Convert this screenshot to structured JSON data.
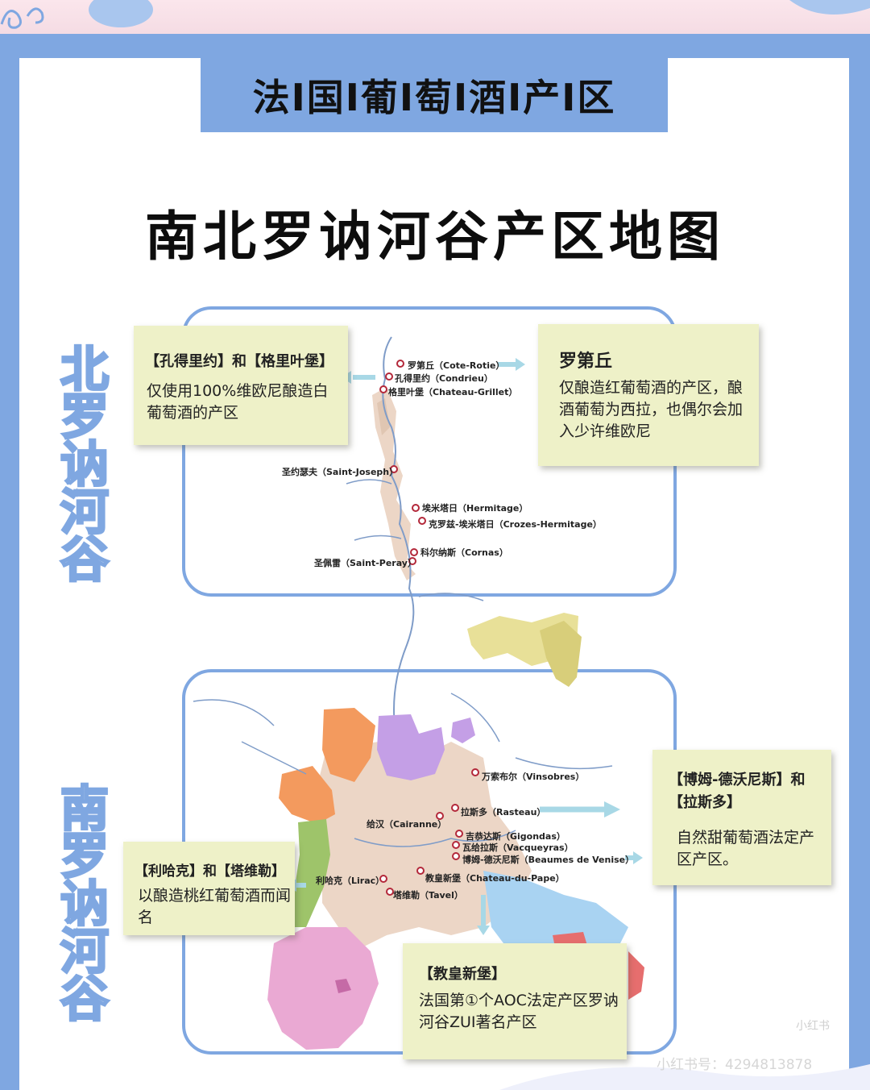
{
  "banner": {
    "title": "法I国I葡I萄I酒I产I区"
  },
  "main_title": "南北罗讷河谷产区地图",
  "side_labels": {
    "north": "北罗讷河谷",
    "south": "南罗讷河谷"
  },
  "north_map_labels": {
    "cote_rotie": "罗第丘（Cote-Rotie）",
    "condrieu": "孔得里约（Condrieu）",
    "chateau_grillet": "格里叶堡（Chateau-Grillet）",
    "saint_joseph": "圣约瑟夫（Saint-Joseph）",
    "hermitage": "埃米塔日（Hermitage）",
    "crozes_hermitage": "克罗兹-埃米塔日（Crozes-Hermitage）",
    "cornas": "科尔纳斯（Cornas）",
    "saint_peray": "圣佩雷（Saint-Peray）"
  },
  "south_map_labels": {
    "vinsobres": "万索布尔（Vinsobres）",
    "rasteau": "拉斯多（Rasteau）",
    "cairanne": "给汉（Cairanne）",
    "gigondas": "吉恭达斯（Gigondas）",
    "vacqueyras": "瓦给拉斯（Vacqueyras）",
    "beaumes_de_venise": "博姆-德沃尼斯（Beaumes de Venise）",
    "chateau_du_pape": "教皇新堡（Chateau-du-Pape）",
    "lirac": "利哈克（Lirac）",
    "tavel": "塔维勒（Tavel）"
  },
  "notes": {
    "kongde": {
      "head": "【孔得里约】和【格里叶堡】",
      "body": "仅使用100%维欧尼酿造白葡萄酒的产区"
    },
    "luodi": {
      "head": "罗第丘",
      "body": "仅酿造红葡萄酒的产区，酿酒葡萄为西拉，也偶尔会加入少许维欧尼"
    },
    "bomu": {
      "head": "【博姆-德沃尼斯】和【拉斯多】",
      "body": "自然甜葡萄酒法定产区产区。"
    },
    "lihake": {
      "head": "【利哈克】和【塔维勒】",
      "body": "以酿造桃红葡萄酒而闻名"
    },
    "jiaohuang": {
      "head": "【教皇新堡】",
      "body": "法国第①个AOC法定产区罗讷河谷ZUI著名产区"
    }
  },
  "watermark": {
    "logo": "小红书",
    "id": "小红书号：4294813878"
  },
  "colors": {
    "frame_blue": "#7fa7e1",
    "note_bg": "#eef1c8",
    "region_beige": "#ecd6c6",
    "region_orange": "#f39a5e",
    "region_purple": "#c49fe6",
    "region_green": "#9ec46a",
    "region_pink": "#eaa9d3",
    "region_blue": "#a9d3f2",
    "region_yellow": "#e8e098"
  }
}
